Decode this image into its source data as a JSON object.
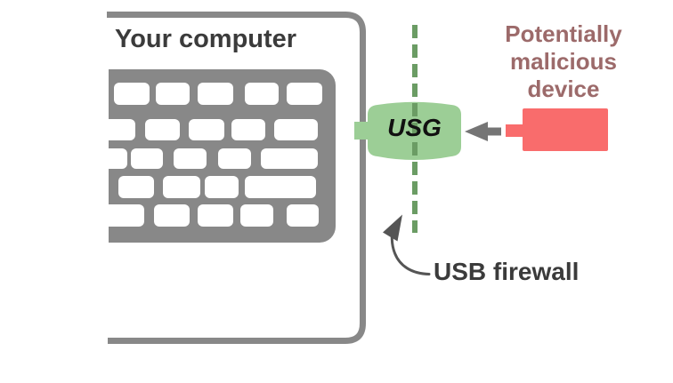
{
  "diagram": {
    "computer": {
      "label": "Your computer"
    },
    "usg": {
      "label": "USG"
    },
    "malicious_device": {
      "label": "Potentially malicious device"
    },
    "firewall": {
      "label": "USB firewall"
    }
  },
  "colors": {
    "gray": "#888888",
    "arrow-gray": "#757575",
    "pointer-gray": "#555555",
    "usg-green": "#9cce96",
    "dash-green": "#6b9c64",
    "device-red": "#f96c6c",
    "malicious-text": "#9c6a6a",
    "dark-text": "#3b3b3b"
  }
}
